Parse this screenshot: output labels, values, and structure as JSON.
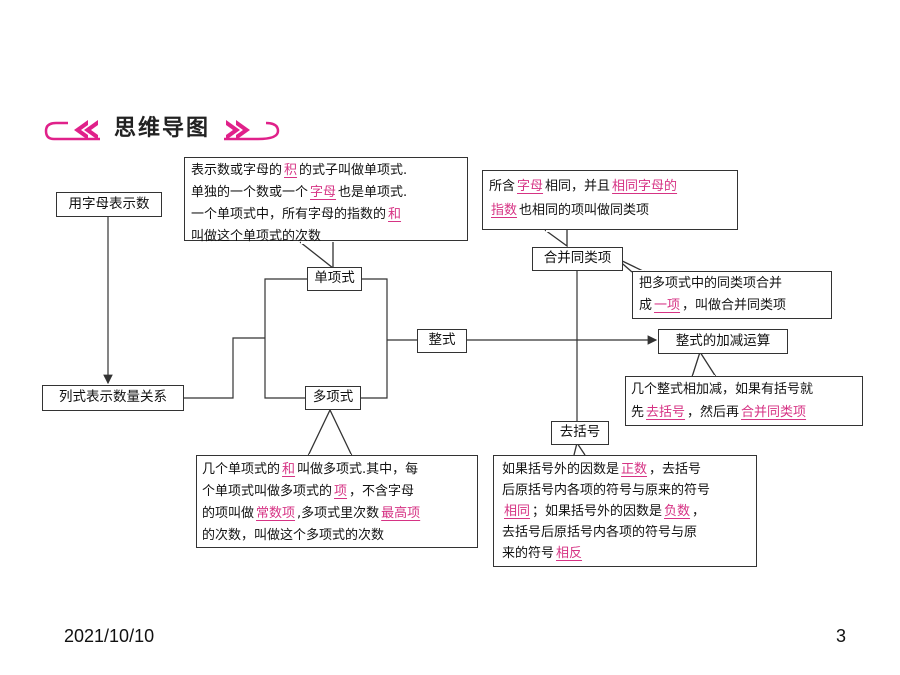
{
  "header": {
    "title": "思维导图"
  },
  "nodes": {
    "letters_represent_numbers": "用字母表示数",
    "express_quantity_relation": "列式表示数量关系",
    "monomial": "单项式",
    "polynomial": "多项式",
    "integral_expression": "整式",
    "combine_like_terms": "合并同类项",
    "remove_brackets": "去括号",
    "add_subtract_integral": "整式的加减运算"
  },
  "monomial_note": {
    "l1a": "表示数或字母的",
    "l1ans": "积",
    "l1b": "的式子叫做单项式.",
    "l2a": "单独的一个数或一个",
    "l2ans": "字母",
    "l2b": "也是单项式.",
    "l3a": "一个单项式中，所有字母的指数的",
    "l3ans": "和",
    "l4": "叫做这个单项式的次数"
  },
  "polynomial_note": {
    "l1a": "几个单项式的",
    "l1ans": "和",
    "l1b": "叫做多项式.其中，每",
    "l2a": "个单项式叫做多项式的",
    "l2ans": "项",
    "l2b": "，不含字母",
    "l3a": "的项叫做",
    "l3ans1": "常数项",
    "l3b": ",多项式里次数",
    "l3ans2": "最高项",
    "l4": "的次数，叫做这个多项式的次数"
  },
  "like_terms_note": {
    "l1a": "所含",
    "l1ans1": "字母",
    "l1b": "相同，并且",
    "l1ans2": "相同字母的",
    "l2ans": "指数",
    "l2b": "也相同的项叫做同类项"
  },
  "combine_note": {
    "l1": "把多项式中的同类项合并",
    "l2a": "成",
    "l2ans": "一项",
    "l2b": "，叫做合并同类项"
  },
  "add_sub_note": {
    "l1": "几个整式相加减，如果有括号就",
    "l2a": "先",
    "l2ans1": "去括号",
    "l2b": "，然后再",
    "l2ans2": "合并同类项"
  },
  "brackets_note": {
    "l1a": "如果括号外的因数是",
    "l1ans": "正数",
    "l1b": "，去括号",
    "l2": "后原括号内各项的符号与原来的符号",
    "l3ans1": "相同",
    "l3a": "；如果括号外的因数是",
    "l3ans2": "负数",
    "l3b": "，",
    "l4": "去括号后原括号内各项的符号与原",
    "l5a": "来的符号",
    "l5ans": "相反"
  },
  "footer": {
    "date": "2021/10/10",
    "page": "3"
  },
  "colors": {
    "accent": "#e0218a",
    "answer": "#d63384",
    "line": "#333333"
  }
}
